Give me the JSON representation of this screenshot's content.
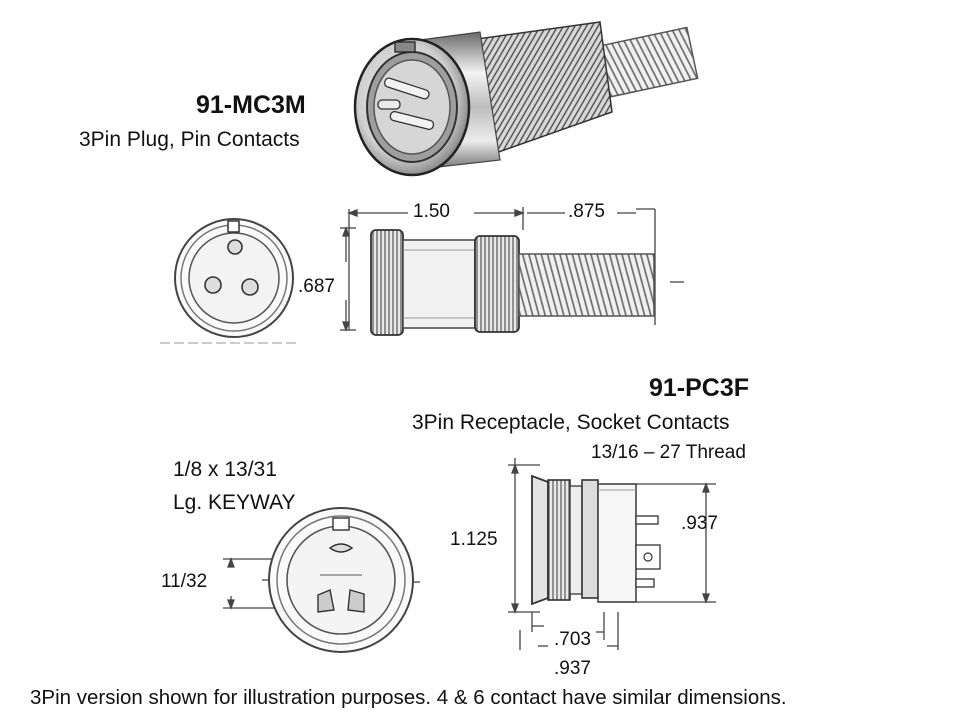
{
  "plug": {
    "part_number": "91-MC3M",
    "description": "3Pin Plug, Pin Contacts",
    "dims": {
      "length": "1.50",
      "cable": ".875",
      "diameter": ".687"
    }
  },
  "receptacle": {
    "part_number": "91-PC3F",
    "description": "3Pin Receptacle, Socket Contacts",
    "thread": "13/16 – 27 Thread",
    "dims": {
      "flange": "1.125",
      "body": ".937",
      "depth1": ".703",
      "depth2": ".937"
    }
  },
  "face": {
    "keyway_line1": "1/8 x 13/31",
    "keyway_line2": "Lg. KEYWAY",
    "key_width": "11/32"
  },
  "footnote": "3Pin version shown for illustration purposes. 4 & 6 contact have similar dimensions."
}
